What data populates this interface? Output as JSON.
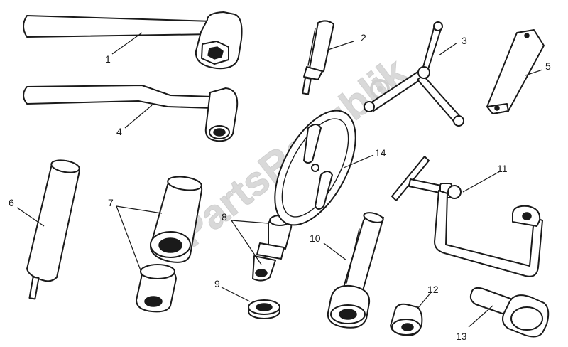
{
  "watermark": "PartsRepublik",
  "callouts": [
    "1",
    "2",
    "3",
    "4",
    "5",
    "6",
    "7",
    "8",
    "9",
    "10",
    "11",
    "12",
    "13",
    "14"
  ],
  "tools": [
    {
      "id": "1",
      "icon": "long-socket-wrench-icon"
    },
    {
      "id": "2",
      "icon": "pin-punch-icon"
    },
    {
      "id": "3",
      "icon": "three-arm-spanner-icon"
    },
    {
      "id": "4",
      "icon": "offset-socket-wrench-icon"
    },
    {
      "id": "5",
      "icon": "holding-bar-icon"
    },
    {
      "id": "6",
      "icon": "knurled-driver-icon"
    },
    {
      "id": "7",
      "icon": "sleeve-pair-icon"
    },
    {
      "id": "8",
      "icon": "stepped-bushing-icon"
    },
    {
      "id": "9",
      "icon": "ring-nut-icon"
    },
    {
      "id": "10",
      "icon": "socket-driver-icon"
    },
    {
      "id": "11",
      "icon": "c-clamp-puller-icon"
    },
    {
      "id": "12",
      "icon": "cap-icon"
    },
    {
      "id": "13",
      "icon": "knurled-bolt-icon"
    },
    {
      "id": "14",
      "icon": "steering-wheel-plate-icon"
    }
  ]
}
